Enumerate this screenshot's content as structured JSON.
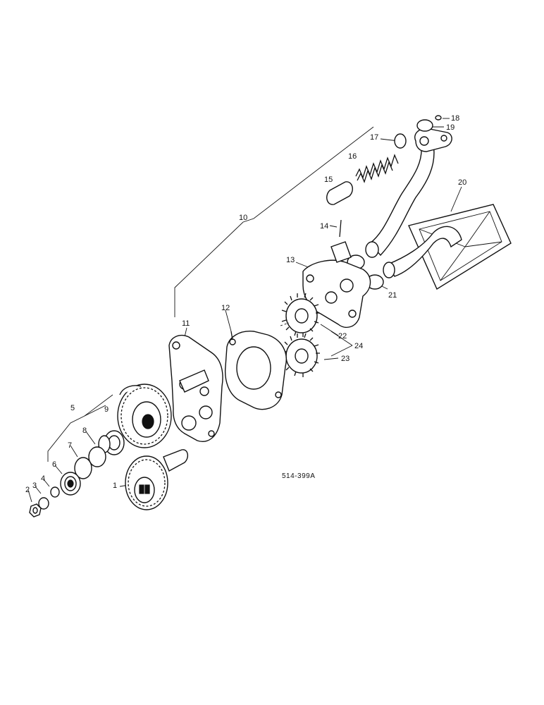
{
  "diagram": {
    "code": "514-399A",
    "callouts": {
      "c1": "1",
      "c2": "2",
      "c3": "3",
      "c4": "4",
      "c5": "5",
      "c6": "6",
      "c7": "7",
      "c8": "8",
      "c9": "9",
      "c10": "10",
      "c11": "11",
      "c12": "12",
      "c13": "13",
      "c14": "14",
      "c15": "15",
      "c16": "16",
      "c17": "17",
      "c18": "18",
      "c19": "19",
      "c20": "20",
      "c21": "21",
      "c22": "22",
      "c23": "23",
      "c24": "24"
    }
  }
}
